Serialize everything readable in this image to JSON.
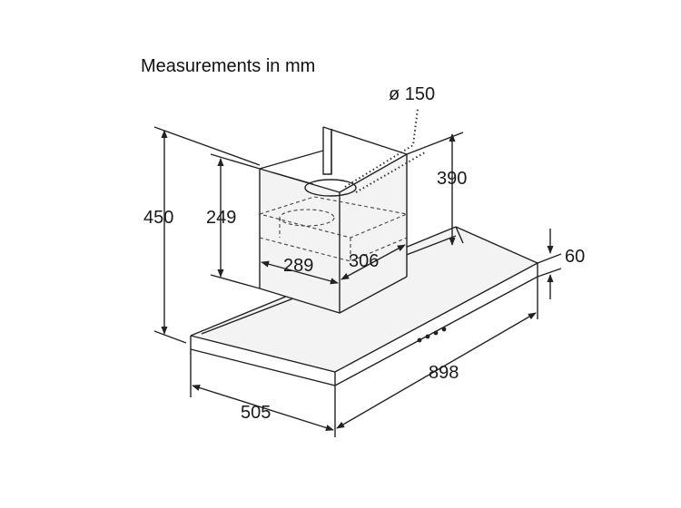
{
  "diagram": {
    "heading": "Measurements in mm",
    "dimensions": {
      "duct_diameter": "ø 150",
      "chimney_height": "390",
      "total_height": "450",
      "chimney_inner_height": "249",
      "chimney_width": "289",
      "chimney_depth": "306",
      "canopy_thickness": "60",
      "canopy_width": "898",
      "canopy_depth": "505"
    },
    "colors": {
      "line": "#222222",
      "watermark_blue": "#7fb2e6",
      "watermark_yellow": "#f2cc3a"
    }
  }
}
